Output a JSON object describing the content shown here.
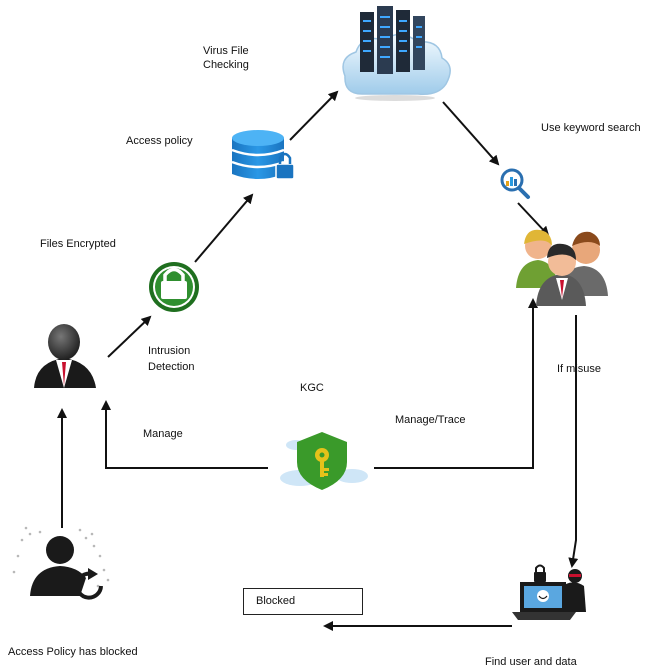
{
  "labels": {
    "virus_file_checking_line1": "Virus File",
    "virus_file_checking_line2": "Checking",
    "access_policy": "Access policy",
    "use_keyword_search": "Use keyword search",
    "files_encrypted": "Files Encrypted",
    "intrusion_detection_line1": "Intrusion",
    "intrusion_detection_line2": "Detection",
    "if_misuse": "If misuse",
    "kgc": "KGC",
    "manage": "Manage",
    "manage_trace": "Manage/Trace",
    "blocked": "Blocked",
    "access_policy_has_blocked": "Access Policy has blocked",
    "find_user_and_data": "Find user and data"
  },
  "icons": {
    "cloud_server": "cloud-server-icon",
    "database_lock": "database-lock-icon",
    "search": "search-analytics-icon",
    "users_group": "users-group-icon",
    "lock": "lock-icon",
    "owner_user": "user-icon",
    "kgc_shield": "key-shield-icon",
    "hacker_laptop": "hacker-laptop-icon",
    "blocked_user": "blocked-user-icon"
  },
  "colors": {
    "database": "#1e88d6",
    "lock_green": "#1f6f1f",
    "shield_green": "#3a9a2a",
    "cloud_blue": "#cfe6f7",
    "tie_red": "#c8102e",
    "arrow": "#111111"
  }
}
